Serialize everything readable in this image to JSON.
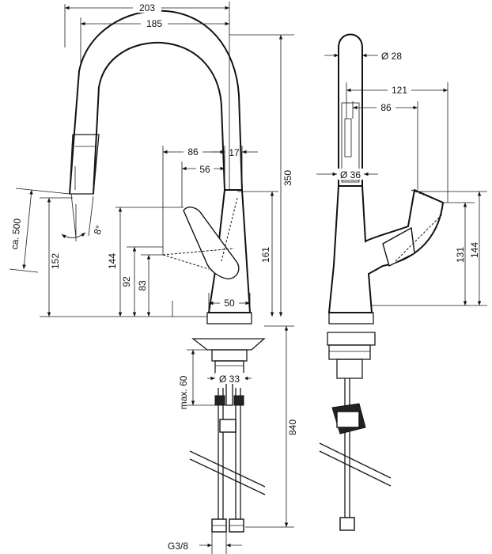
{
  "front_view": {
    "dims": {
      "d203": "203",
      "d185": "185",
      "d350": "350",
      "d86": "86",
      "d17": "17",
      "d56": "56",
      "ca500": "ca. 500",
      "d152": "152",
      "angle": "8°",
      "d144": "144",
      "d92": "92",
      "d83": "83",
      "d161": "161",
      "d50": "50",
      "max60": "max. 60",
      "d33": "Ø 33",
      "d840": "840",
      "g38": "G3/8"
    }
  },
  "side_view": {
    "dims": {
      "d28": "Ø 28",
      "d121": "121",
      "d86": "86",
      "d36": "Ø 36",
      "d131": "131",
      "d144": "144"
    }
  }
}
